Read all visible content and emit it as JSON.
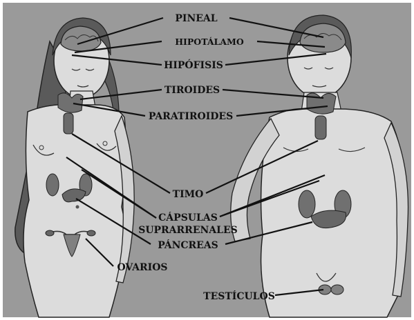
{
  "labels": {
    "pineal": "PINEAL",
    "hipotalamo": "HIPOTÁLAMO",
    "hipofisis": "HIPÓFISIS",
    "tiroides": "TIROIDES",
    "paratiroides": "PARATIROIDES",
    "timo": "TIMO",
    "capsulas_1": "CÁPSULAS",
    "capsulas_2": "SUPRARRENALES",
    "pancreas": "PÁNCREAS",
    "ovarios": "OVARIOS",
    "testiculos": "TESTÍCULOS"
  },
  "colors": {
    "background": "#9a9a9a",
    "skin": "#dcdcdc",
    "hair": "#5a5a5a",
    "gland": "#707070",
    "line": "#111111"
  }
}
